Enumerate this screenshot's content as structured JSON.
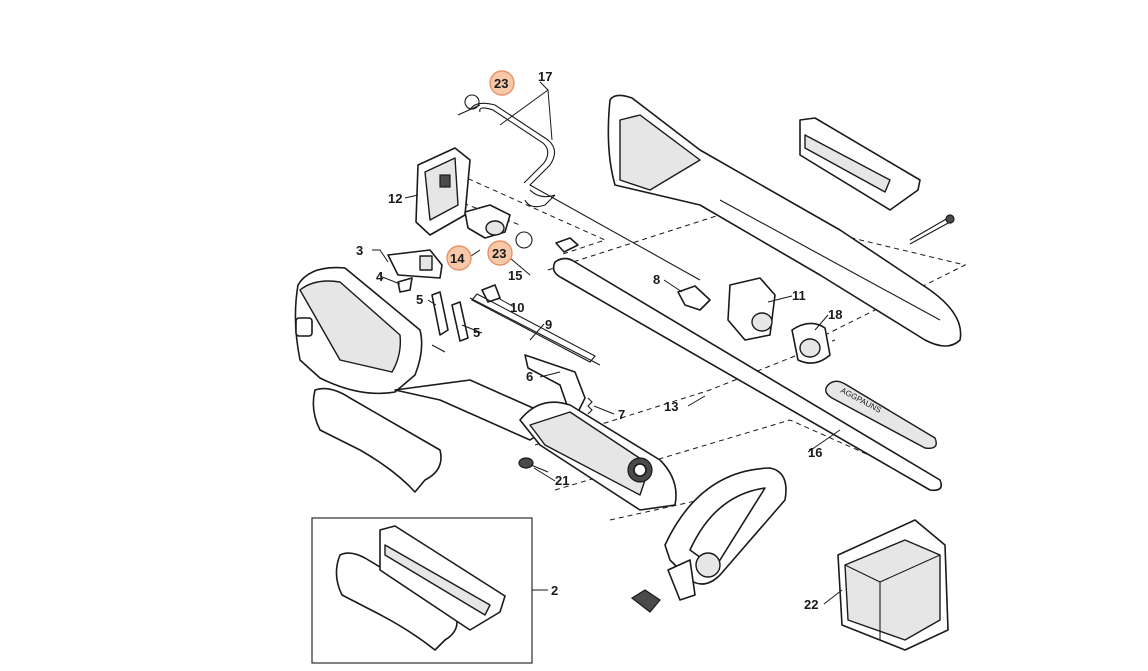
{
  "colors": {
    "highlight_fill": "#f7c9a8",
    "highlight_stroke": "#e8936a",
    "line": "#1a1a1a"
  },
  "labels": {
    "p2": "2",
    "p3": "3",
    "p4": "4",
    "p5a": "5",
    "p5b": "5",
    "p6": "6",
    "p7": "7",
    "p8": "8",
    "p9": "9",
    "p10": "10",
    "p11": "11",
    "p12": "12",
    "p13": "13",
    "p14": "14",
    "p15": "15",
    "p16": "16",
    "p17": "17",
    "p18": "18",
    "p21": "21",
    "p22": "22",
    "p23a": "23",
    "p23b": "23"
  },
  "highlighted": [
    "p14",
    "p23a",
    "p23b"
  ],
  "shaft_marking": "AGGPAUNS"
}
